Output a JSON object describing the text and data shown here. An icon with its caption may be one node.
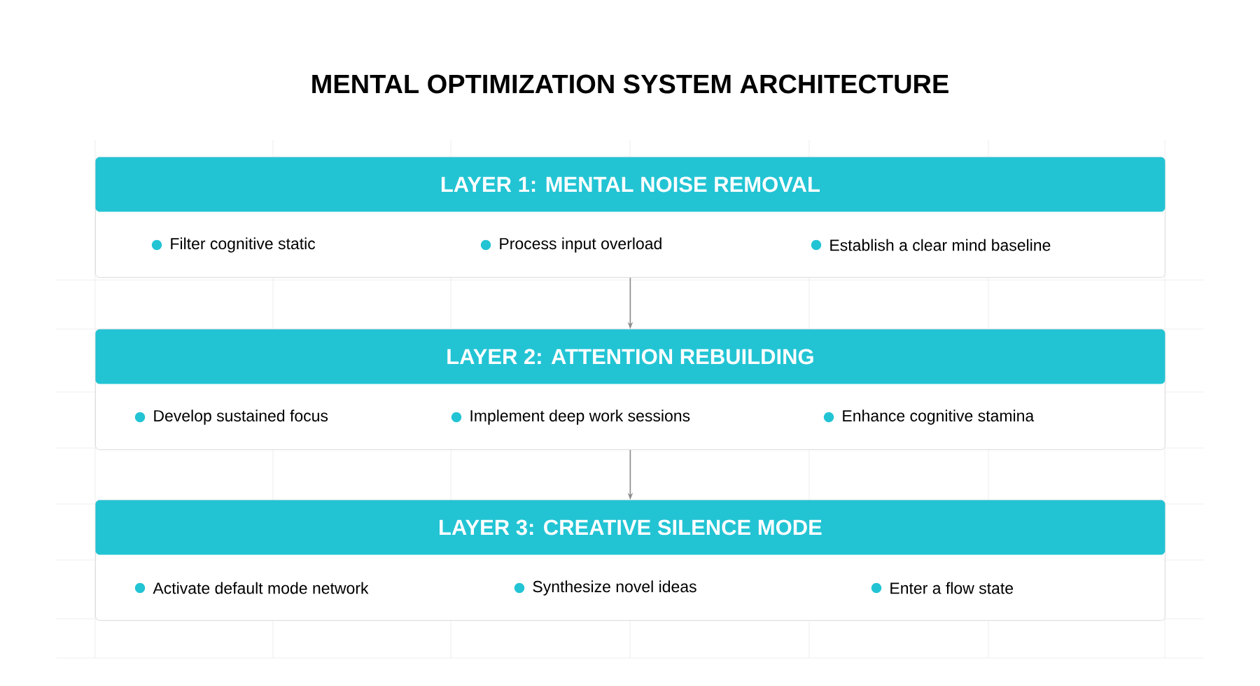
{
  "diagram": {
    "title": "MENTAL OPTIMIZATION SYSTEM ARCHITECTURE",
    "nodes": [
      {
        "text": [
          "LAYER 1: MENTAL NOISE REMOVAL",
          "Filter cognitive static",
          "Process input overload",
          "Establish a clear mind baseline"
        ]
      },
      {
        "text": [
          "LAYER 2: ATTENTION REBUILDING",
          "Develop sustained focus",
          "Implement deep work sessions",
          "Enhance cognitive stamina"
        ]
      },
      {
        "text": [
          "LAYER 3: CREATIVE SILENCE MODE",
          "Activate default mode network",
          "Synthesize novel ideas",
          "Enter a flow state"
        ]
      }
    ],
    "edges": [
      {
        "from": 0,
        "to": 1,
        "arrow": "to"
      },
      {
        "from": 1,
        "to": 2,
        "arrow": "to"
      }
    ]
  }
}
